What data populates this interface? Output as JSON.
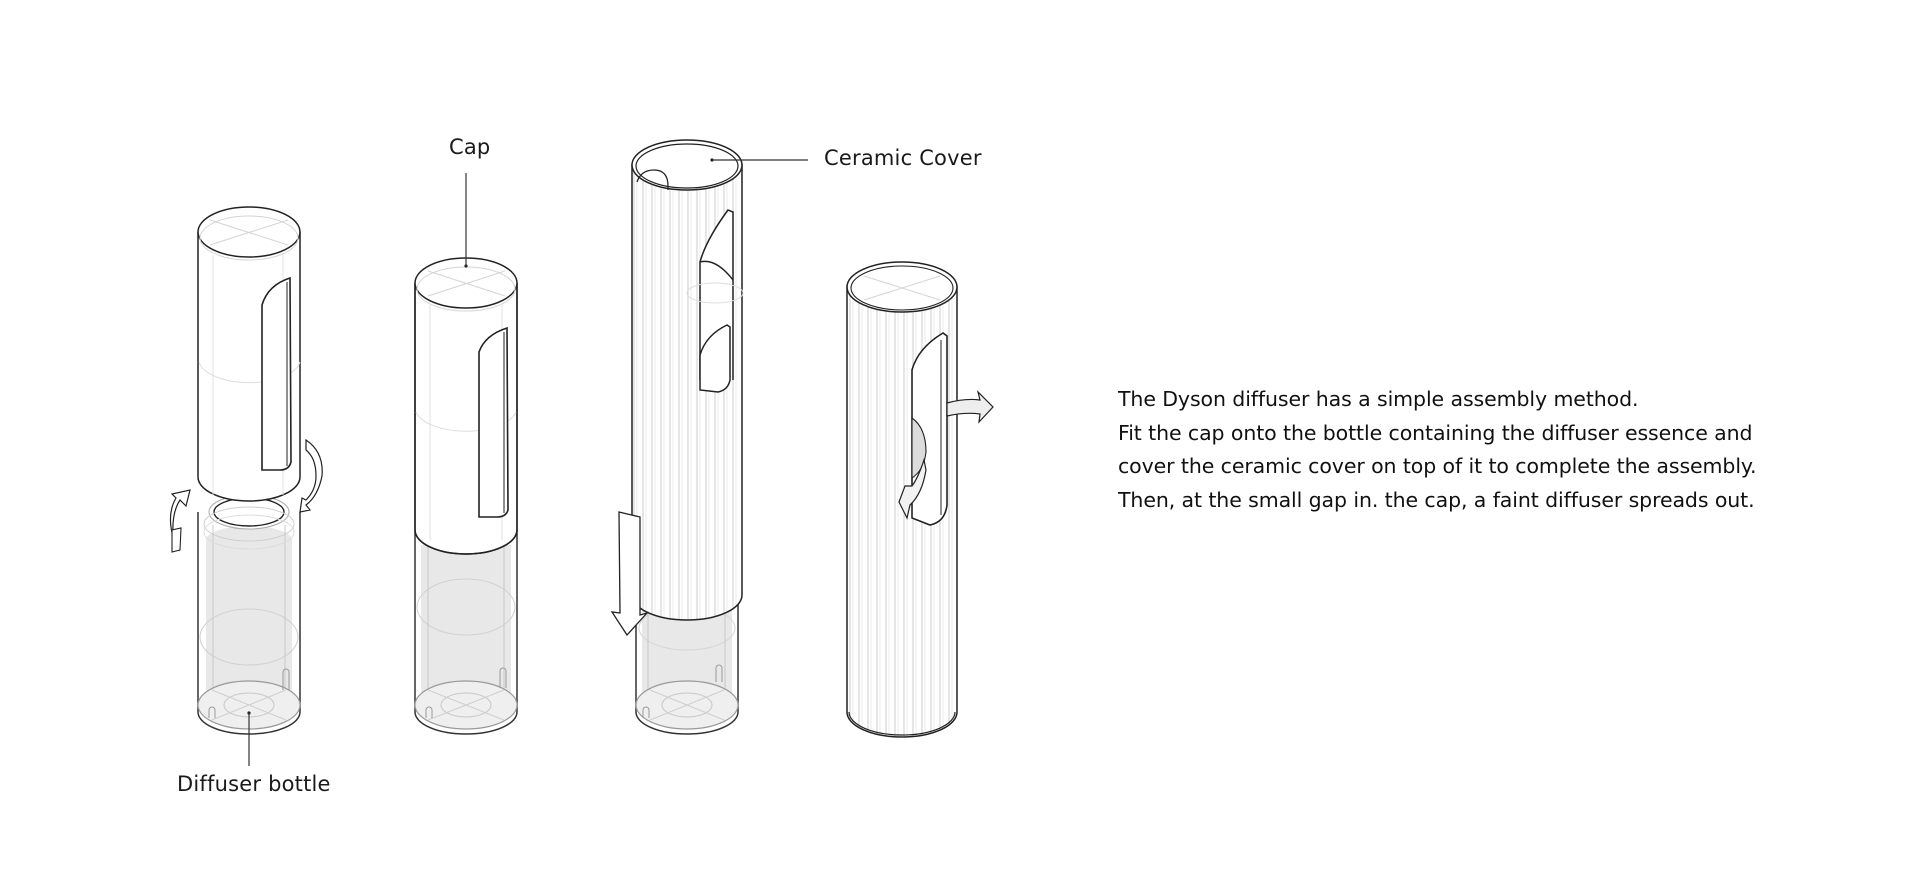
{
  "labels": {
    "diffuser_bottle": "Diffuser bottle",
    "cap": "Cap",
    "ceramic_cover": "Ceramic Cover"
  },
  "description": {
    "lines": [
      "The Dyson diffuser has a simple assembly method.",
      "Fit the cap onto the bottle containing the diffuser essence and",
      "cover the ceramic cover on top of it to complete the assembly.",
      "Then, at the small gap in. the cap, a faint diffuser spreads out."
    ]
  },
  "figures": [
    {
      "id": "step-1",
      "content": "cap separated above diffuser bottle with rotation arrows"
    },
    {
      "id": "step-2",
      "content": "cap fitted onto diffuser bottle"
    },
    {
      "id": "step-3",
      "content": "ceramic cover sliding down over assembly with down arrow"
    },
    {
      "id": "step-4",
      "content": "fully assembled diffuser with diffusion flow arrow"
    }
  ],
  "colors": {
    "line": "#222222",
    "faint_line": "#cfcfcf",
    "fill_gray": "#e6e6e6",
    "background": "#ffffff"
  }
}
